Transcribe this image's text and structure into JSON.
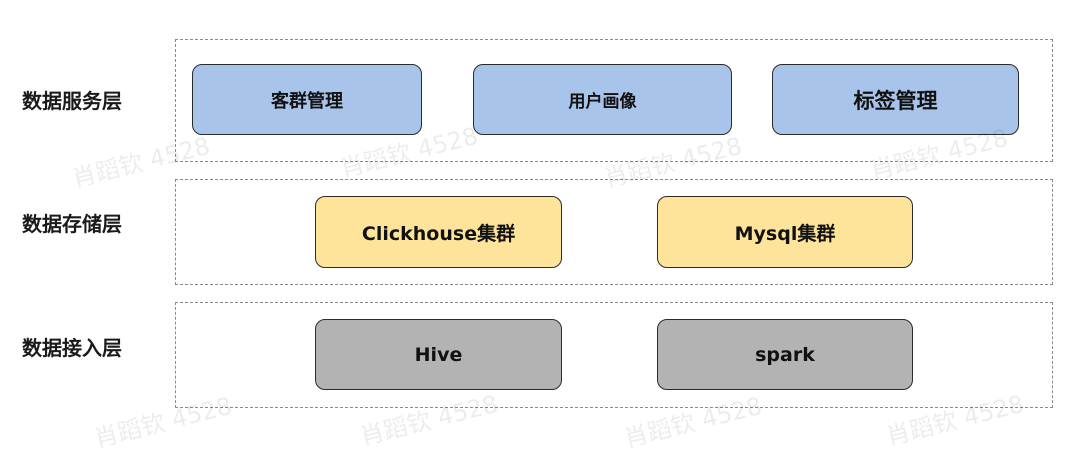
{
  "layers": [
    {
      "label": "数据服务层",
      "nodes": [
        {
          "label": "客群管理"
        },
        {
          "label": "用户画像"
        },
        {
          "label": "标签管理"
        }
      ]
    },
    {
      "label": "数据存储层",
      "nodes": [
        {
          "label": "Clickhouse集群"
        },
        {
          "label": "Mysql集群"
        }
      ]
    },
    {
      "label": "数据接入层",
      "nodes": [
        {
          "label": "Hive"
        },
        {
          "label": "spark"
        }
      ]
    }
  ],
  "colors": {
    "service_node": "#a9c4ea",
    "storage_node": "#fde49a",
    "ingest_node": "#b3b3b3",
    "frame_border": "#8a8a8a"
  },
  "watermark": "肖蹈钦 4528"
}
